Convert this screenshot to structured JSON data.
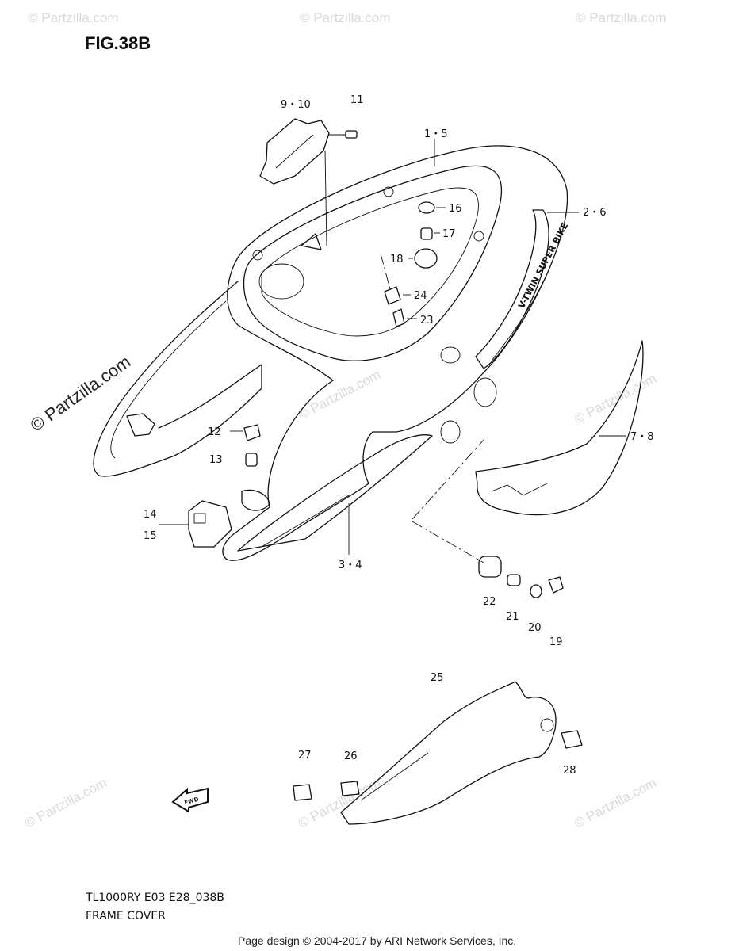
{
  "figure": {
    "title": "FIG.38B"
  },
  "watermarks": {
    "text": "© Partzilla.com",
    "large": "© Partzilla.com"
  },
  "callouts": {
    "c9_10": "9・10",
    "c11": "11",
    "c1_5": "1・5",
    "c2_6": "2・6",
    "c16": "16",
    "c17": "17",
    "c18": "18",
    "c24": "24",
    "c23": "23",
    "c12": "12",
    "c13": "13",
    "c14": "14",
    "c15": "15",
    "c3_4": "3・4",
    "c7_8": "7・8",
    "c22": "22",
    "c21": "21",
    "c20": "20",
    "c19": "19",
    "c25": "25",
    "c27": "27",
    "c26": "26",
    "c28": "28"
  },
  "decal_text": "V-TWIN SUPER BIKE",
  "fwd_arrow_text": "FWD",
  "footer": {
    "model_code": "TL1000RY E03 E28_038B",
    "section_name": "FRAME COVER",
    "page_design": "Page design © 2004-2017 by ARI Network Services, Inc."
  }
}
